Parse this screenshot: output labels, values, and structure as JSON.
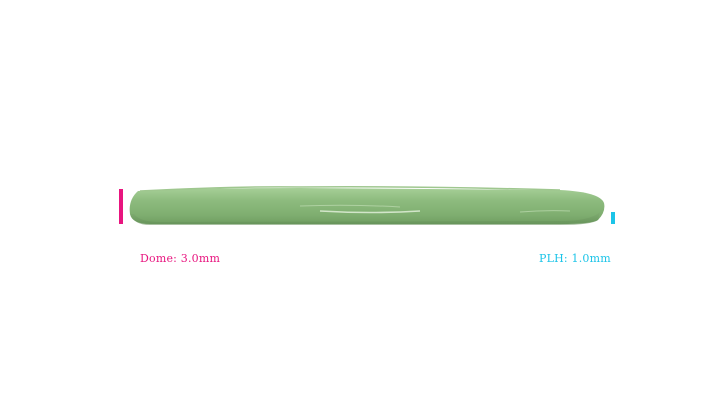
{
  "image": {
    "subject": "disc-side-profile",
    "disc_color": "#8cba7d",
    "dome_marker_color": "#e8157f",
    "plh_marker_color": "#1cc4e8"
  },
  "labels": {
    "dome": "Dome: 3.0mm",
    "plh": "PLH: 1.0mm"
  }
}
